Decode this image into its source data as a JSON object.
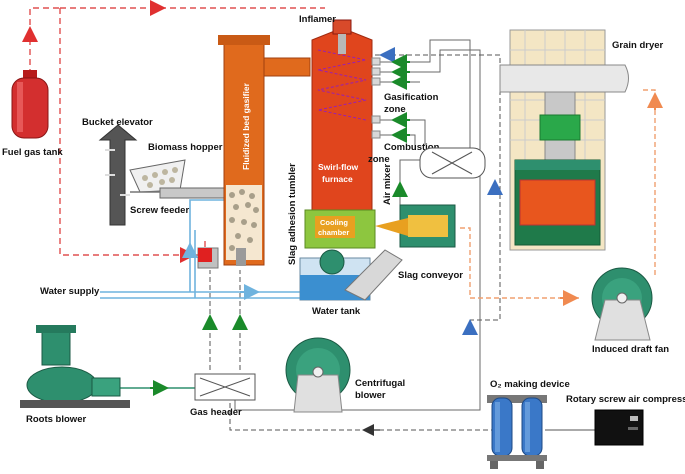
{
  "labels": {
    "inflamer": "Inflamer",
    "grain_dryer": "Grain dryer",
    "fuel_gas_tank": "Fuel gas tank",
    "bucket_elevator": "Bucket elevator",
    "biomass_hopper": "Biomass hopper",
    "screw_feeder": "Screw feeder",
    "fluidized_bed_gasifier": "Fluidized bed gasifier",
    "gasification_zone_1": "Gasification",
    "gasification_zone_2": "zone",
    "combustion_zone_1": "Combustion",
    "combustion_zone_2": "zone",
    "swirl_flow_1": "Swirl-flow",
    "swirl_flow_2": "furnace",
    "cooling_chamber_1": "Cooling",
    "cooling_chamber_2": "chamber",
    "air_mixer": "Air mixer",
    "slag_adhesion_tumbler": "Slag adhesion tumbler",
    "slag_conveyor": "Slag conveyor",
    "water_supply": "Water supply",
    "water_tank": "Water tank",
    "induced_draft_fan": "Induced draft fan",
    "roots_blower": "Roots blower",
    "gas_header": "Gas header",
    "centrifugal_blower_1": "Centrifugal",
    "centrifugal_blower_2": "blower",
    "o2_making_device": "O₂ making device",
    "rotary_screw_air_compressor": "Rotary screw air compressor"
  },
  "colors": {
    "furnace": "#e0451d",
    "gasifier": "#e06a1d",
    "equipment_green": "#2e8f6e",
    "cooling": "#8dc63f",
    "air_line": "#6fb3de",
    "gas_line": "#e05050",
    "hot_line": "#f0a070",
    "o2_vessel": "#3a78c8"
  }
}
